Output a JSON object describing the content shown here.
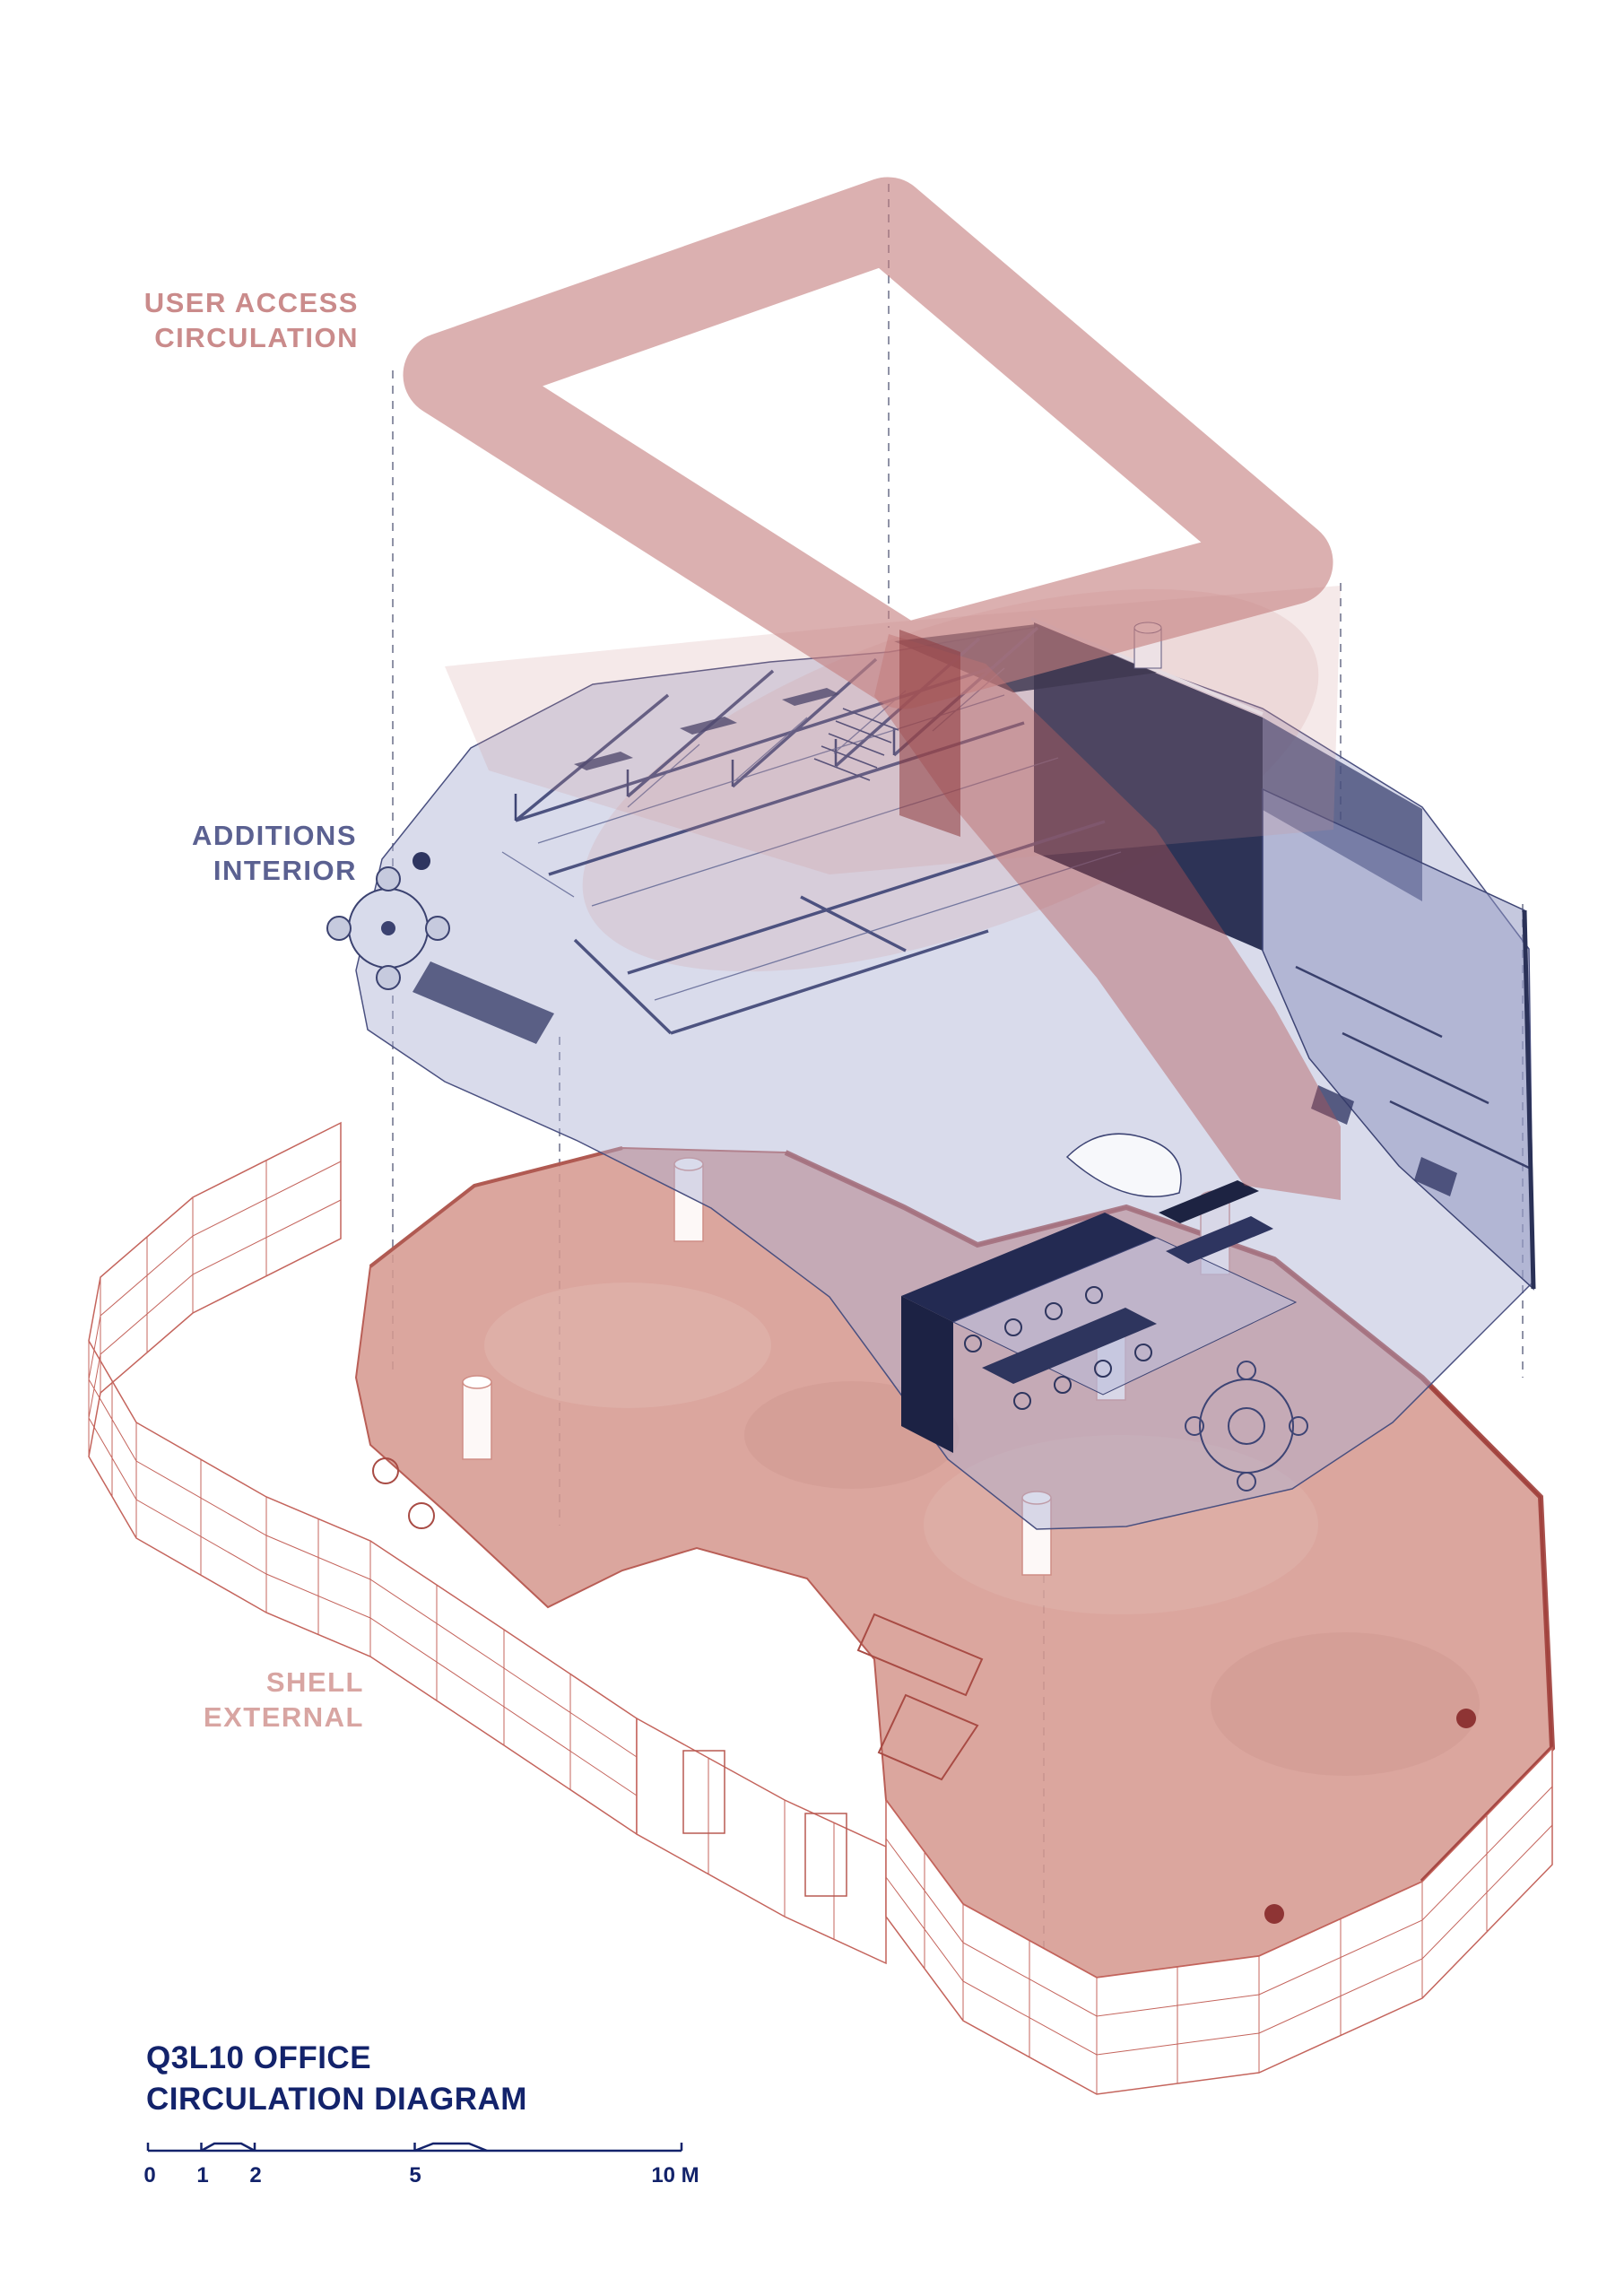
{
  "title": {
    "line1": "Q3L10 OFFICE",
    "line2": "CIRCULATION DIAGRAM"
  },
  "layers": {
    "circulation": {
      "line1": "USER ACCESS",
      "line2": "CIRCULATION",
      "color": "#ca8b8b"
    },
    "interior": {
      "line1": "ADDITIONS",
      "line2": "INTERIOR",
      "color": "#5b6191"
    },
    "shell": {
      "line1": "SHELL",
      "line2": "EXTERNAL",
      "color": "#d8a5a2"
    }
  },
  "scalebar": {
    "ticks": [
      "0",
      "1",
      "2",
      "5",
      "10 M"
    ]
  },
  "colors": {
    "title": "#13236b",
    "circulation_ribbon": "#c57f7f",
    "interior_wall": "#3d4474",
    "interior_floor": "#aab0d2",
    "interior_dark": "#232a52",
    "shell_slab": "#d69a91",
    "shell_line": "#b14f49",
    "connector": "#5f6480",
    "background": "#ffffff"
  }
}
